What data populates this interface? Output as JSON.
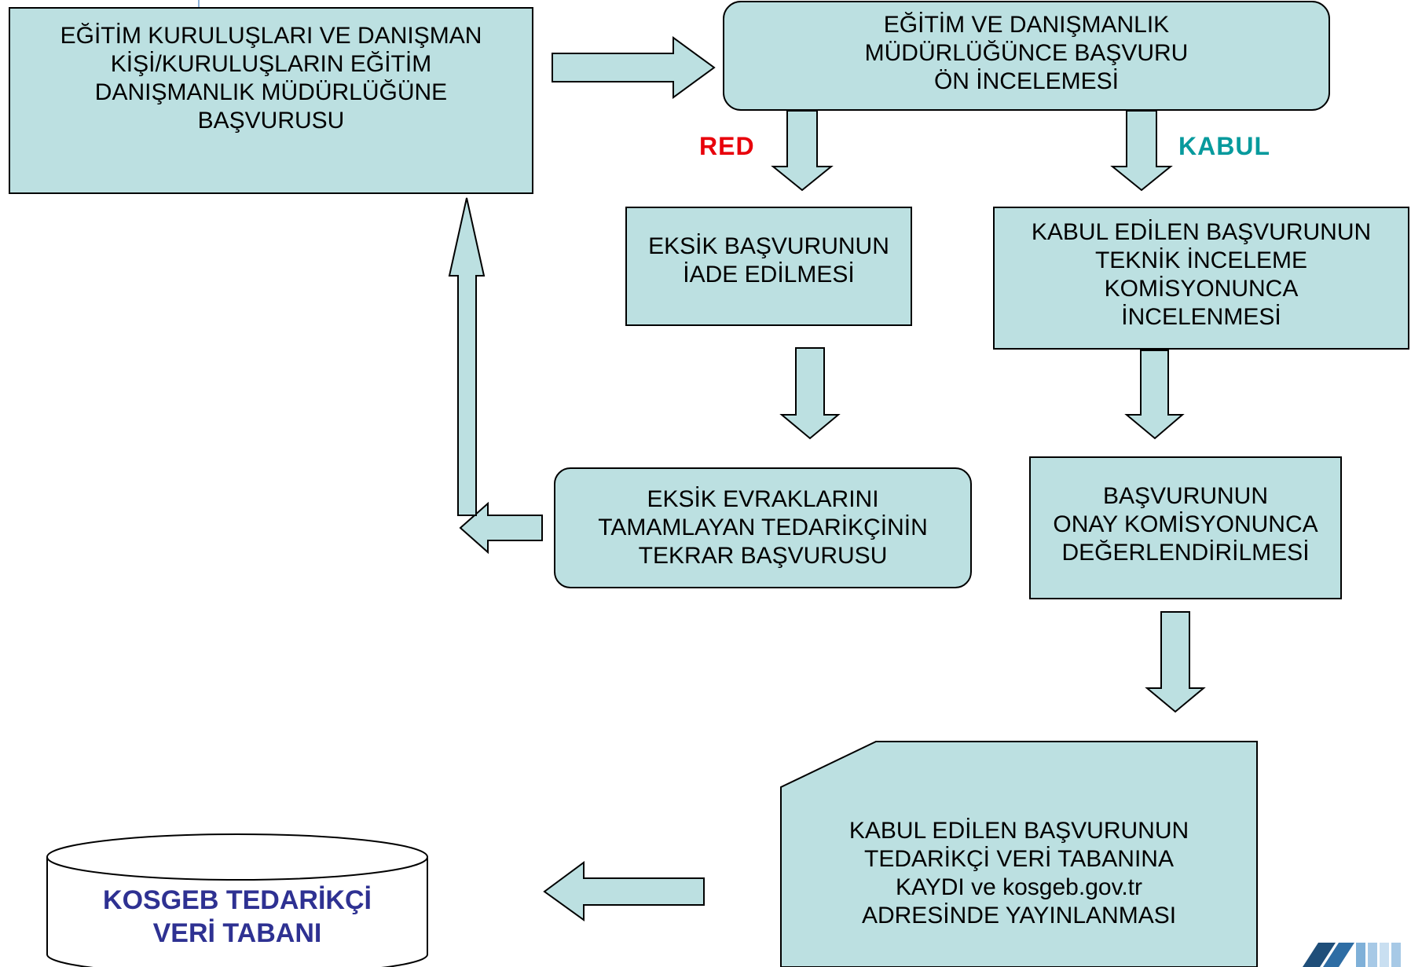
{
  "colors": {
    "box_fill": "#bce0e1",
    "stroke": "#000000",
    "red": "#e8000b",
    "teal": "#079a9d",
    "db_text": "#2e3192",
    "corner_logo": "#1f4e79"
  },
  "boxes": {
    "application": [
      "EĞİTİM KURULUŞLARI VE DANIŞMAN",
      "KİŞİ/KURULUŞLARIN  EĞİTİM",
      "DANIŞMANLIK MÜDÜRLÜĞÜNE",
      "BAŞVURUSU"
    ],
    "pre_review": [
      "EĞİTİM VE DANIŞMANLIK",
      "MÜDÜRLÜĞÜNCE BAŞVURU",
      "ÖN İNCELEMESİ"
    ],
    "return_incomplete": [
      "EKSİK BAŞVURUNUN",
      "İADE EDİLMESİ"
    ],
    "technical_review": [
      "KABUL EDİLEN BAŞVURUNUN",
      "TEKNİK İNCELEME",
      "KOMİSYONUNCA",
      "İNCELENMESİ"
    ],
    "resubmission": [
      "EKSİK EVRAKLARINI",
      "TAMAMLAYAN TEDARİKÇİNİN",
      "TEKRAR BAŞVURUSU"
    ],
    "approval": [
      "BAŞVURUNUN",
      "ONAY KOMİSYONUNCA",
      "DEĞERLENDİRİLMESİ"
    ],
    "registration": [
      "KABUL EDİLEN BAŞVURUNUN",
      "TEDARİKÇİ VERİ TABANINA",
      "KAYDI  ve  kosgeb.gov.tr",
      "ADRESİNDE YAYINLANMASI"
    ],
    "database": [
      "KOSGEB TEDARİKÇİ",
      "VERİ TABANI"
    ]
  },
  "labels": {
    "reject": "RED",
    "accept": "KABUL"
  }
}
